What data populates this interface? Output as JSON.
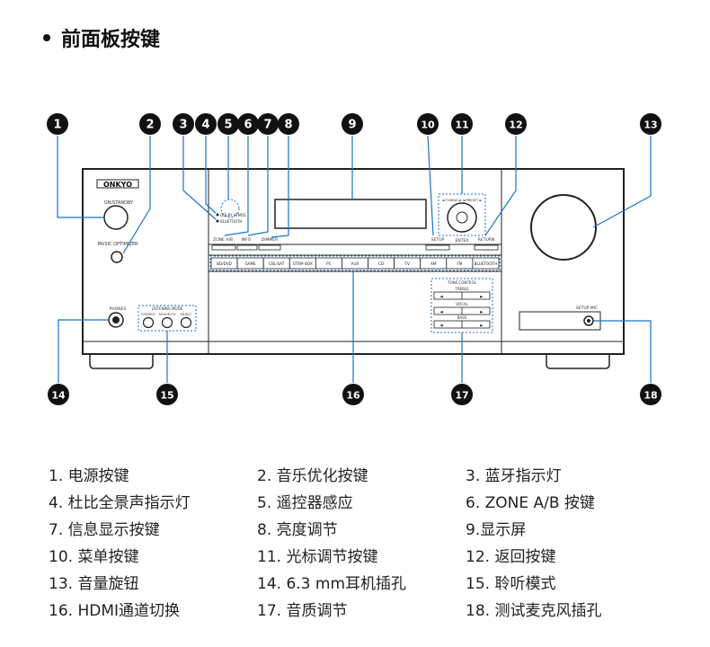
{
  "page": {
    "title": "前面板按键"
  },
  "device": {
    "brand": "ONKYO",
    "on_standby": "ON/STANDBY",
    "music_optimizer": "MUSIC OPTIMIZER",
    "dolby_atmos": "DOLBY ATMOS",
    "bluetooth_led": "BLUETOOTH",
    "zone_ab": "ZONE A/B",
    "info": "INFO",
    "dimmer": "DIMMER",
    "tuning_preset": "◄ TUNING ► ◄ PRESET ►",
    "setup": "SETUP",
    "enter": "ENTER",
    "return": "RETURN",
    "inputs": [
      "BD/DVD",
      "GAME",
      "CBL/SAT",
      "STRM BOX",
      "PC",
      "AUX",
      "CD",
      "TV",
      "AM",
      "FM",
      "BLUETOOTH"
    ],
    "tone_control": "TONE CONTROL",
    "treble": "TREBLE",
    "vocal": "VOCAL",
    "bass": "BASS",
    "phones": "PHONES",
    "listening_mode": "LISTENING MODE",
    "stereo": "STEREO",
    "movie_tv": "MOVIE/TV",
    "music": "MUSIC",
    "setup_mic": "SETUP MIC"
  },
  "callouts": [
    "1",
    "2",
    "3",
    "4",
    "5",
    "6",
    "7",
    "8",
    "9",
    "10",
    "11",
    "12",
    "13",
    "14",
    "15",
    "16",
    "17",
    "18"
  ],
  "legend": [
    "1. 电源按键",
    "2. 音乐优化按键",
    "3. 蓝牙指示灯",
    "4. 杜比全景声指示灯",
    "5. 遥控器感应",
    "6. ZONE A/B 按键",
    "7. 信息显示按键",
    "8. 亮度调节",
    "9.显示屏",
    "10. 菜单按键",
    "11. 光标调节按键",
    "12. 返回按键",
    "13. 音量旋钮",
    "14. 6.3 mm耳机插孔",
    "15. 聆听模式",
    "16. HDMI通道切换",
    "17. 音质调节",
    "18. 测试麦克风插孔"
  ]
}
